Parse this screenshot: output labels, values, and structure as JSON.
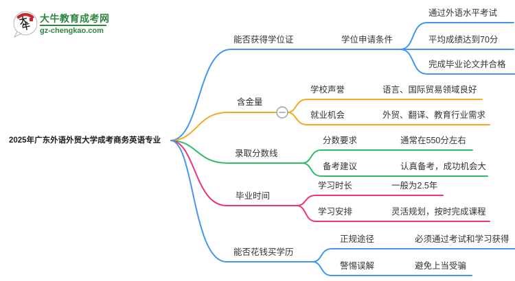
{
  "logo": {
    "badge_text": "大牛",
    "title": "大牛教育成考网",
    "domain": "gz-chengkao.com"
  },
  "root": {
    "title": "2025年广东外语外贸大学成考商务英语专业"
  },
  "colors": {
    "blue": "#4495f0",
    "orange": "#f7a821",
    "green": "#2ebd68",
    "pink": "#f0307c",
    "text": "#333333",
    "logo_green": "#2e8540",
    "badge_red": "#c9252c",
    "collapse_gray": "#9aa0a6"
  },
  "collapse_button": {
    "state": "expanded",
    "glyph": "minus"
  },
  "branches": [
    {
      "label": "能否获得学位证",
      "color": "blue",
      "children": [
        {
          "label": "学位申请条件",
          "leaves": [
            {
              "text": "通过外语水平考试"
            },
            {
              "text": "平均成绩达到70分"
            },
            {
              "text": "完成毕业论文并合格"
            }
          ]
        }
      ]
    },
    {
      "label": "含金量",
      "color": "orange",
      "children": [
        {
          "label": "学校声誉",
          "leaf": "语言、国际贸易领域良好"
        },
        {
          "label": "就业机会",
          "leaf": "外贸、翻译、教育行业需求"
        }
      ]
    },
    {
      "label": "录取分数线",
      "color": "green",
      "children": [
        {
          "label": "分数要求",
          "leaf": "通常在550分左右"
        },
        {
          "label": "备考建议",
          "leaf": "认真备考，成功机会大"
        }
      ]
    },
    {
      "label": "毕业时间",
      "color": "pink",
      "children": [
        {
          "label": "学习时长",
          "leaf": "一般为2.5年"
        },
        {
          "label": "学习安排",
          "leaf": "灵活规划，按时完成课程"
        }
      ]
    },
    {
      "label": "能否花钱买学历",
      "color": "blue",
      "children": [
        {
          "label": "正规途径",
          "leaf": "必须通过考试和学习获得"
        },
        {
          "label": "警惕误解",
          "leaf": "避免上当受骗"
        }
      ]
    }
  ]
}
